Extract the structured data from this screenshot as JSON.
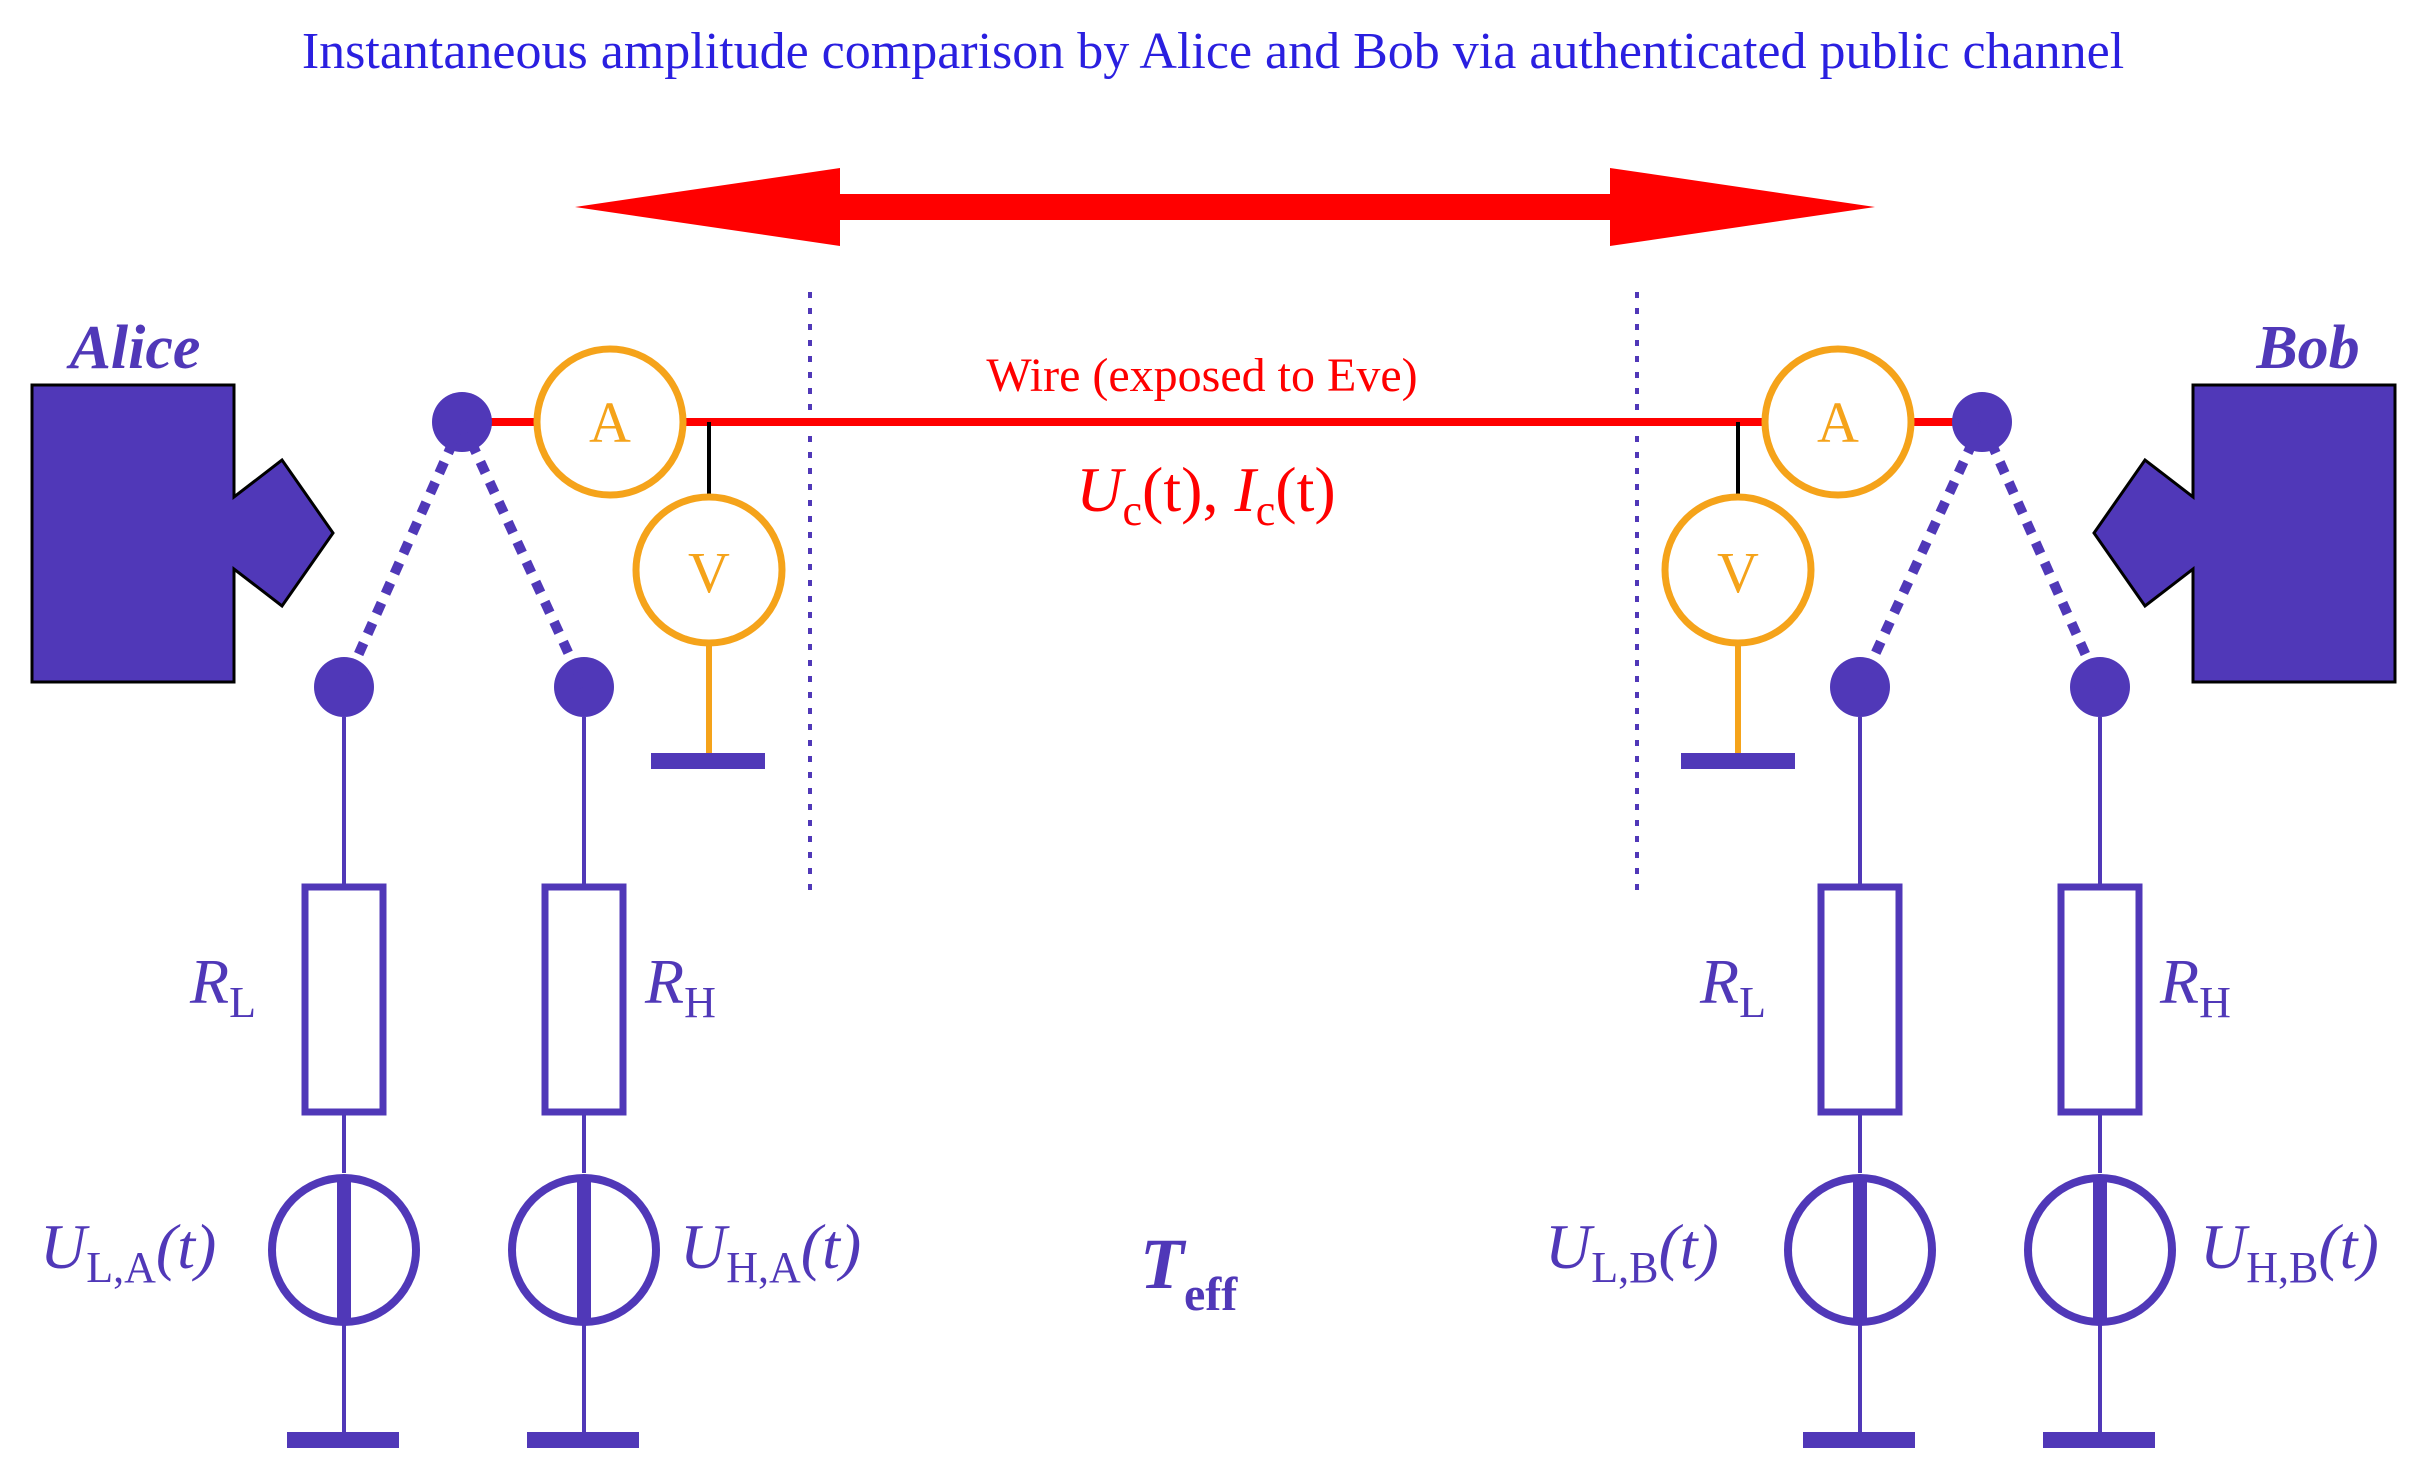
{
  "title": "Instantaneous amplitude comparison by Alice and Bob via authenticated public channel",
  "colors": {
    "title": "#2a1fe0",
    "circuit": "#5038b8",
    "wire": "#ff0000",
    "meter": "#f5a31a",
    "meter_text": "#f5a31a",
    "ground_line": "#000000"
  },
  "parties": {
    "alice": {
      "label": "Alice"
    },
    "bob": {
      "label": "Bob"
    }
  },
  "wire": {
    "label": "Wire (exposed to Eve)",
    "voltage_symbol": "U",
    "voltage_sub": "c",
    "current_symbol": "I",
    "current_sub": "c",
    "time_arg": "(t)",
    "separator": ", "
  },
  "meters": {
    "ammeter": "A",
    "voltmeter": "V"
  },
  "resistors": {
    "low": {
      "symbol": "R",
      "sub": "L"
    },
    "high": {
      "symbol": "R",
      "sub": "H"
    }
  },
  "sources": {
    "alice_low": {
      "symbol": "U",
      "sub": "L,A",
      "arg": "(t)"
    },
    "alice_high": {
      "symbol": "U",
      "sub": "H,A",
      "arg": "(t)"
    },
    "bob_low": {
      "symbol": "U",
      "sub": "L,B",
      "arg": "(t)"
    },
    "bob_high": {
      "symbol": "U",
      "sub": "H,B",
      "arg": "(t)"
    }
  },
  "temperature": {
    "symbol": "T",
    "sub": "eff"
  },
  "icons": [
    "double-headed-arrow-icon",
    "hand-pointer-icon",
    "ground-icon",
    "voltage-source-icon",
    "resistor-icon",
    "ammeter-icon",
    "voltmeter-icon",
    "switch-contact-icon"
  ]
}
